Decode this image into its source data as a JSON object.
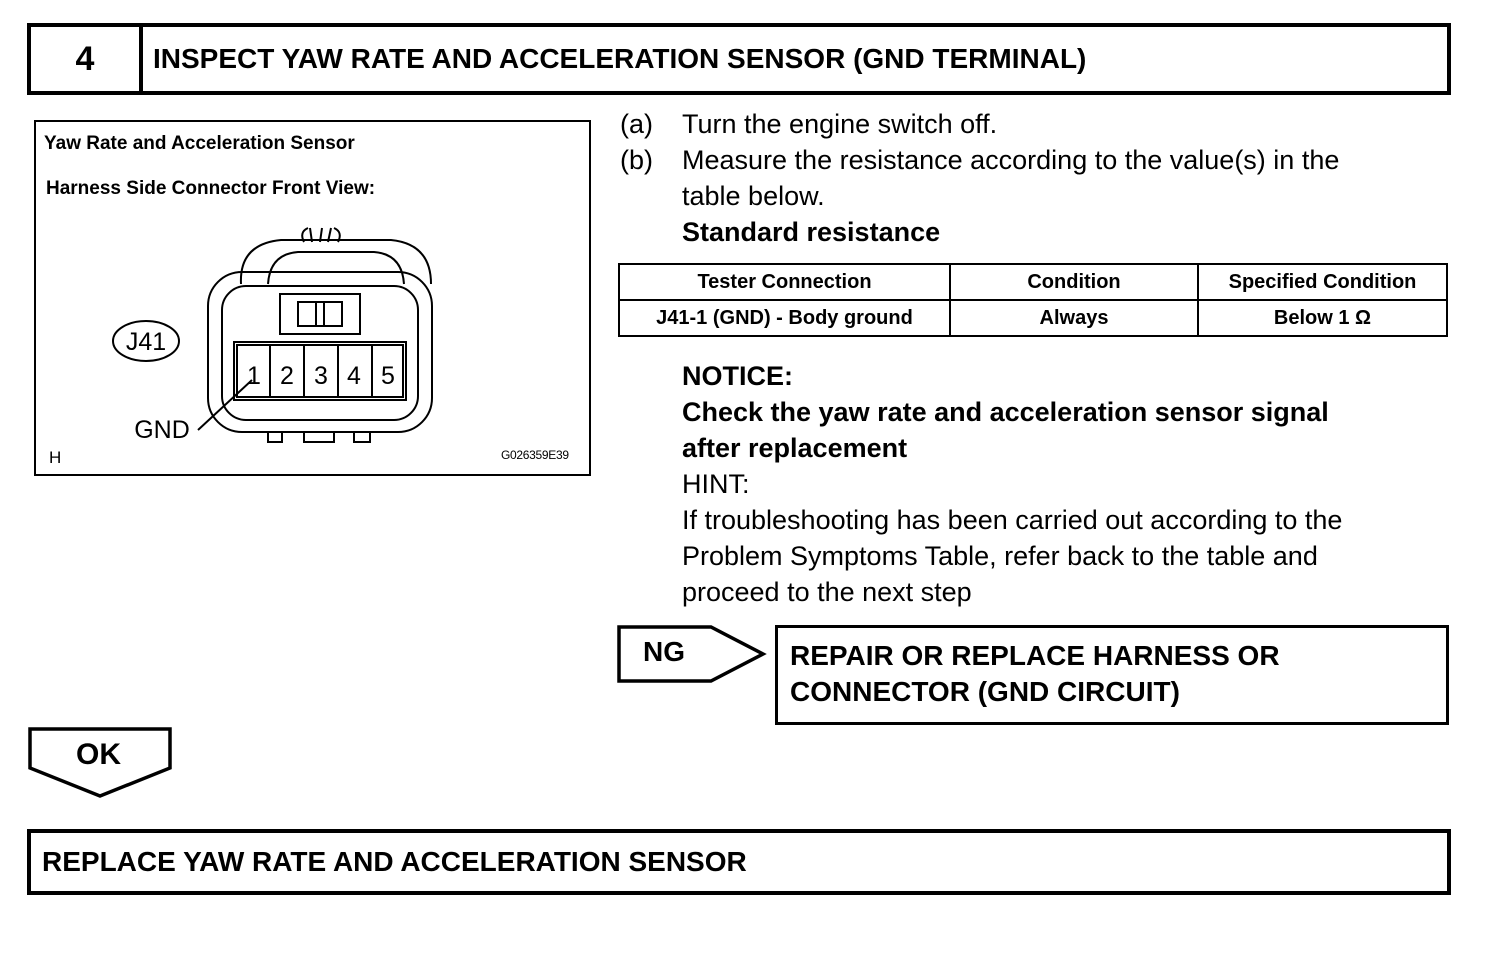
{
  "step": {
    "number": "4",
    "title": "INSPECT YAW RATE AND ACCELERATION SENSOR (GND TERMINAL)"
  },
  "figure": {
    "title": "Yaw Rate and Acceleration Sensor",
    "subtitle": "Harness Side Connector Front View:",
    "connector_id": "J41",
    "pins": [
      "1",
      "2",
      "3",
      "4",
      "5"
    ],
    "gnd_label": "GND",
    "corner_mark": "H",
    "code": "G026359E39"
  },
  "steps": [
    {
      "label": "(a)",
      "lines": [
        "Turn the engine switch off."
      ]
    },
    {
      "label": "(b)",
      "lines": [
        "Measure the resistance according to the value(s) in the",
        "table below."
      ]
    }
  ],
  "standard_heading": "Standard resistance",
  "table": {
    "headers": [
      "Tester Connection",
      "Condition",
      "Specified Condition"
    ],
    "rows": [
      [
        "J41-1 (GND) - Body ground",
        "Always",
        "Below 1 Ω"
      ]
    ]
  },
  "notice": {
    "heading": "NOTICE:",
    "lines": [
      "Check the yaw rate and acceleration sensor signal",
      "after replacement"
    ]
  },
  "hint": {
    "heading": "HINT:",
    "lines": [
      "If troubleshooting has been carried out according to the",
      "Problem Symptoms Table, refer back to the table and",
      "proceed to the next step"
    ]
  },
  "ng": {
    "label": "NG",
    "lines": [
      "REPAIR OR REPLACE HARNESS OR",
      "CONNECTOR (GND CIRCUIT)"
    ]
  },
  "ok": {
    "label": "OK"
  },
  "final": {
    "text": "REPLACE YAW RATE AND ACCELERATION SENSOR"
  }
}
